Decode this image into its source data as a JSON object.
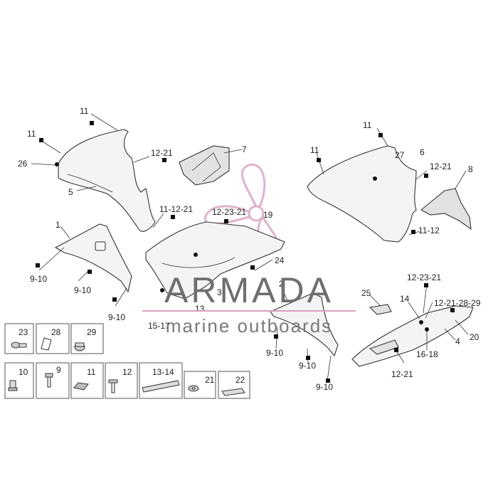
{
  "watermark": {
    "brand": "ARMADA",
    "tagline": "marine outboards",
    "accent_color": "#d9a0bf"
  },
  "callouts": {
    "c1": "11",
    "c2": "11",
    "c3": "26",
    "c4": "12-21",
    "c5": "5",
    "c6": "7",
    "c7": "11-12-21",
    "c8": "12-23-21",
    "c9": "19",
    "c10": "1",
    "c11": "9-10",
    "c12": "9-10",
    "c13": "9-10",
    "c14": "24",
    "c15": "3",
    "c16": "13",
    "c17": "15-17",
    "c18": "11",
    "c19": "11",
    "c20": "27",
    "c21": "6",
    "c22": "12-21",
    "c23": "8",
    "c24": "11-12",
    "c25": "2",
    "c26": "25",
    "c27": "14",
    "c28": "12-23-21",
    "c29": "12-21-28-29",
    "c30": "20",
    "c31": "4",
    "c32": "16-18",
    "c33": "12-21",
    "c34": "9-10",
    "c35": "9-10",
    "c36": "9-10"
  },
  "hardware": [
    {
      "label": "23",
      "icon": "rivet-icon"
    },
    {
      "label": "28",
      "icon": "clip-icon"
    },
    {
      "label": "29",
      "icon": "grommet-icon"
    },
    {
      "label": "10",
      "icon": "bushing-icon"
    },
    {
      "label": "9",
      "icon": "screw-icon"
    },
    {
      "label": "11",
      "icon": "nut-clip-icon"
    },
    {
      "label": "12",
      "icon": "bolt-icon"
    },
    {
      "label": "13-14",
      "icon": "strip-icon"
    },
    {
      "label": "21",
      "icon": "washer-icon"
    },
    {
      "label": "22",
      "icon": "bracket-icon"
    }
  ]
}
